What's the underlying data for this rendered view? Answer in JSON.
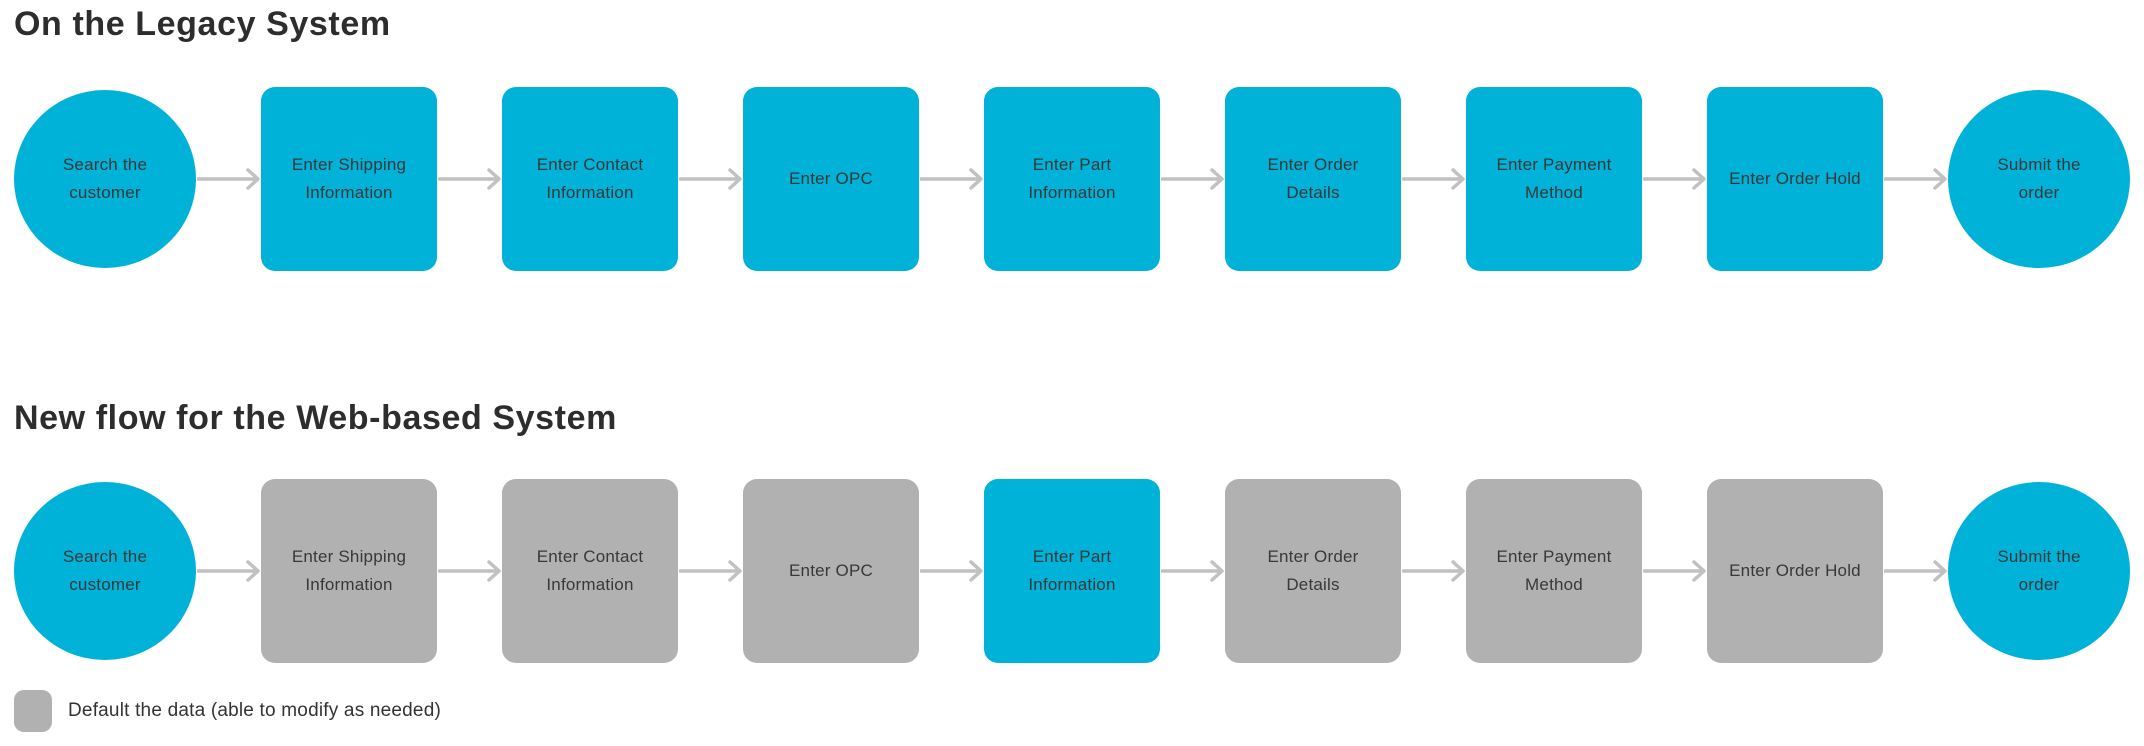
{
  "colors": {
    "accent": "#00b1d8",
    "muted": "#b1b1b2",
    "arrow": "#c1c1c1",
    "title": "#2d2d2d",
    "node_text": "#383838",
    "legend_text": "#333333"
  },
  "sections": [
    {
      "title": "On the Legacy System",
      "nodes": [
        {
          "label": "Search the customer",
          "shape": "circle",
          "variant": "accent"
        },
        {
          "label": "Enter Shipping Information",
          "shape": "box",
          "variant": "accent"
        },
        {
          "label": "Enter Contact Information",
          "shape": "box",
          "variant": "accent"
        },
        {
          "label": "Enter OPC",
          "shape": "box",
          "variant": "accent"
        },
        {
          "label": "Enter Part Information",
          "shape": "box",
          "variant": "accent"
        },
        {
          "label": "Enter Order Details",
          "shape": "box",
          "variant": "accent"
        },
        {
          "label": "Enter Payment Method",
          "shape": "box",
          "variant": "accent"
        },
        {
          "label": "Enter Order Hold",
          "shape": "box",
          "variant": "accent"
        },
        {
          "label": "Submit the order",
          "shape": "circle",
          "variant": "accent"
        }
      ]
    },
    {
      "title": "New flow for the Web-based System",
      "nodes": [
        {
          "label": "Search the customer",
          "shape": "circle",
          "variant": "accent"
        },
        {
          "label": "Enter Shipping Information",
          "shape": "box",
          "variant": "muted"
        },
        {
          "label": "Enter Contact Information",
          "shape": "box",
          "variant": "muted"
        },
        {
          "label": "Enter OPC",
          "shape": "box",
          "variant": "muted"
        },
        {
          "label": "Enter Part Information",
          "shape": "box",
          "variant": "accent"
        },
        {
          "label": "Enter Order Details",
          "shape": "box",
          "variant": "muted"
        },
        {
          "label": "Enter Payment Method",
          "shape": "box",
          "variant": "muted"
        },
        {
          "label": "Enter Order Hold",
          "shape": "box",
          "variant": "muted"
        },
        {
          "label": "Submit the order",
          "shape": "circle",
          "variant": "accent"
        }
      ]
    }
  ],
  "legend": {
    "swatch_variant": "muted",
    "label": "Default the data (able to modify as needed)"
  }
}
